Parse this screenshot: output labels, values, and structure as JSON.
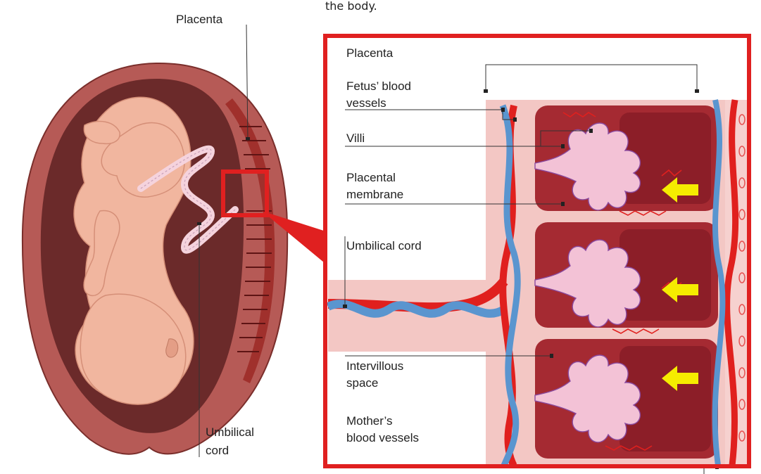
{
  "caption_fragment": "the body.",
  "left_labels": {
    "placenta": "Placenta",
    "umbilical_line1": "Umbilical",
    "umbilical_line2": "cord"
  },
  "inset_labels": {
    "placenta": "Placenta",
    "fetus_vessels_line1": "Fetus’ blood",
    "fetus_vessels_line2": "vessels",
    "villi": "Villi",
    "placental_membrane_line1": "Placental",
    "placental_membrane_line2": "membrane",
    "umbilical_cord": "Umbilical cord",
    "intervillous_line1": "Intervillous",
    "intervillous_line2": "space",
    "mother_vessels_line1": "Mother’s",
    "mother_vessels_line2": "blood vessels"
  },
  "colors": {
    "uterus_outer": "#b65a56",
    "uterus_inner": "#6b2a2a",
    "fetus_skin": "#f1b69f",
    "placenta": "#a0302c",
    "artery_red": "#e0201e",
    "vein_blue": "#5a95cf",
    "villi_fill": "#f3c2d6",
    "villi_stroke": "#8a4aa0",
    "intervillous": "#a52a32",
    "arrow_yellow": "#f5ec00",
    "frame_red": "#e02020"
  }
}
